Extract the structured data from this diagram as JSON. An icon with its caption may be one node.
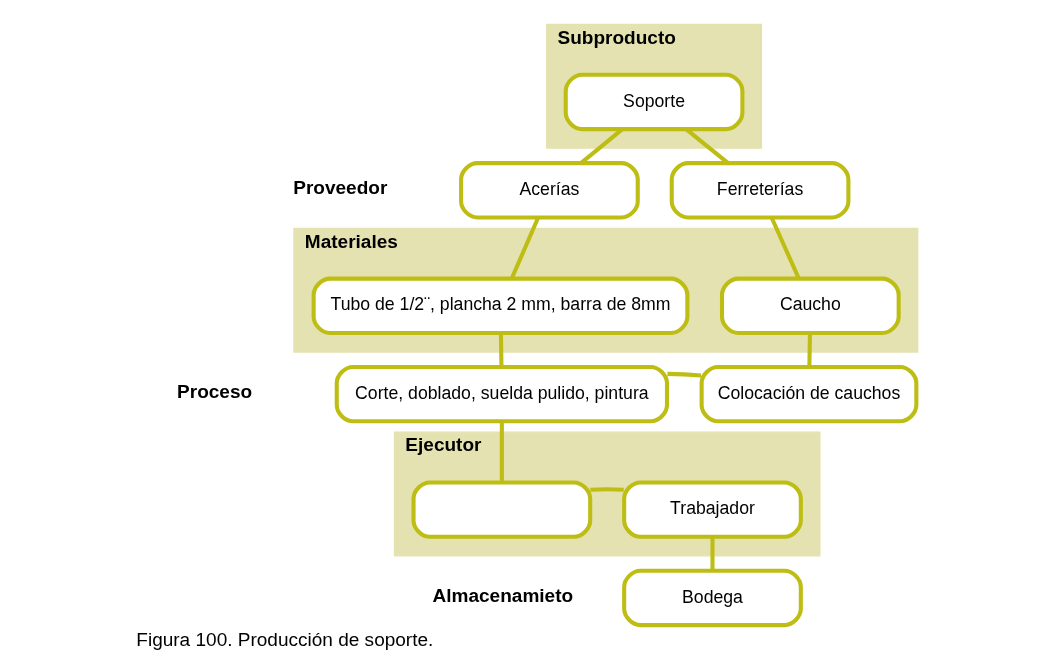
{
  "diagram": {
    "caption": "Figura 100. Producción de soporte.",
    "nodes": [
      {
        "text": [
          "Subproducto"
        ]
      },
      {
        "text": [
          "Soporte"
        ],
        "in": 0
      },
      {
        "text": [
          "Acerías"
        ]
      },
      {
        "text": [
          "Ferreterías"
        ]
      },
      {
        "text": [
          "Materiales"
        ]
      },
      {
        "text": [
          "Tubo de 1/2¨, plancha 2 mm, barra de 8mm"
        ],
        "in": 4
      },
      {
        "text": [
          "Caucho"
        ],
        "in": 4
      },
      {
        "text": [
          "Corte, doblado, suelda pulido, pintura"
        ]
      },
      {
        "text": [
          "Colocación de cauchos"
        ]
      },
      {
        "text": [
          "Ejecutor"
        ]
      },
      {
        "text": [],
        "shape": "box",
        "in": 9
      },
      {
        "text": [
          "Trabajador"
        ],
        "in": 9
      },
      {
        "text": [
          "Bodega"
        ]
      }
    ],
    "edges": [
      {
        "from": 1,
        "to": 2,
        "arrow": "none"
      },
      {
        "from": 1,
        "to": 3,
        "arrow": "none"
      },
      {
        "from": 2,
        "to": 5,
        "arrow": "none"
      },
      {
        "from": 3,
        "to": 6,
        "arrow": "none"
      },
      {
        "from": 5,
        "to": 7,
        "arrow": "none"
      },
      {
        "from": 6,
        "to": 8,
        "arrow": "none"
      },
      {
        "from": 7,
        "to": 8,
        "arrow": "none"
      },
      {
        "from": 7,
        "to": 10,
        "arrow": "none"
      },
      {
        "from": 10,
        "to": 11,
        "arrow": "none"
      },
      {
        "from": 11,
        "to": 12,
        "arrow": "none"
      }
    ],
    "labels": [
      "Proveedor",
      "Proceso",
      "Almacenamieto"
    ]
  }
}
